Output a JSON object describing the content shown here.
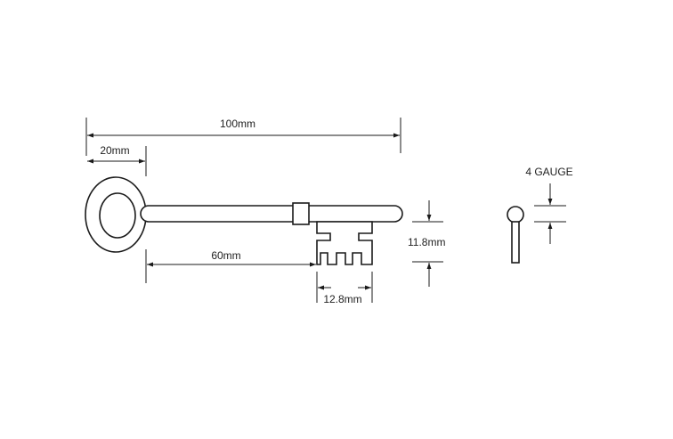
{
  "dimensions": {
    "overall_length": "100mm",
    "bow_width": "20mm",
    "shank_to_bit": "60mm",
    "bit_width": "12.8mm",
    "bit_height": "11.8mm",
    "gauge": "4 GAUGE"
  },
  "colors": {
    "line": "#1a1a1a",
    "background": "#ffffff"
  }
}
